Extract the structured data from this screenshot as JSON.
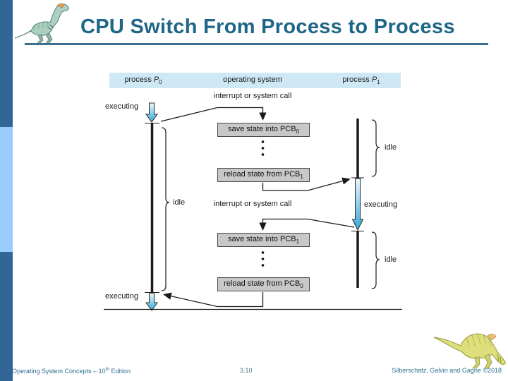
{
  "slide": {
    "title": "CPU Switch From Process to Process",
    "footer": {
      "left_pre": "Operating System Concepts – 10",
      "left_sup": "th",
      "left_post": " Edition",
      "page": "3.10",
      "right": "Silberschatz, Galvin and Gagne ©2018"
    }
  },
  "diagram": {
    "banner": {
      "p0_pre": "process ",
      "p0_var": "P",
      "p0_sub": "0",
      "os": "operating system",
      "p1_pre": "process ",
      "p1_var": "P",
      "p1_sub": "1"
    },
    "labels": {
      "interrupt_top": "interrupt or system call",
      "interrupt_mid": "interrupt or system call",
      "executing_top_left": "executing",
      "executing_right": "executing",
      "executing_bottom_left": "executing",
      "idle_left": "idle",
      "idle_right_top": "idle",
      "idle_right_bottom": "idle"
    },
    "boxes": [
      {
        "text": "save state into PCB",
        "sub": "0"
      },
      {
        "text": "reload state from PCB",
        "sub": "1"
      },
      {
        "text": "save state into PCB",
        "sub": "1"
      },
      {
        "text": "reload state from PCB",
        "sub": "0"
      }
    ]
  },
  "icons": {
    "top_left": "dinosaur-logo",
    "bottom_right": "dinosaur-mascot"
  },
  "colors": {
    "title_text": "#1e6687",
    "title_rule": "#3e6e8e",
    "sidebar_dark": "#336698",
    "sidebar_light": "#9acdfc",
    "banner_bg": "#cfe8f6",
    "box_bg": "#c8c8c8",
    "box_border": "#4a4a4a",
    "line_black": "#1a1a1a",
    "executing_arrow_blue": "#36a7d9",
    "footer_text": "#2d7091"
  }
}
